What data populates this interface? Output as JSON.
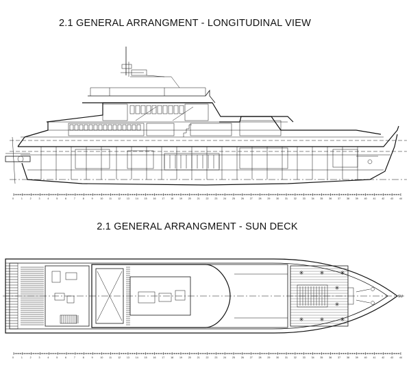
{
  "views": {
    "longitudinal": {
      "title": "2.1 GENERAL ARRANGMENT - LONGITUDINAL VIEW"
    },
    "sun_deck": {
      "title": "2.1 GENERAL ARRANGMENT - SUN DECK"
    }
  },
  "scale": {
    "frame_start": 0,
    "frame_end": 44
  },
  "labels": {
    "bow_mark": "SU"
  },
  "colors": {
    "line": "#111111",
    "background": "#ffffff"
  }
}
